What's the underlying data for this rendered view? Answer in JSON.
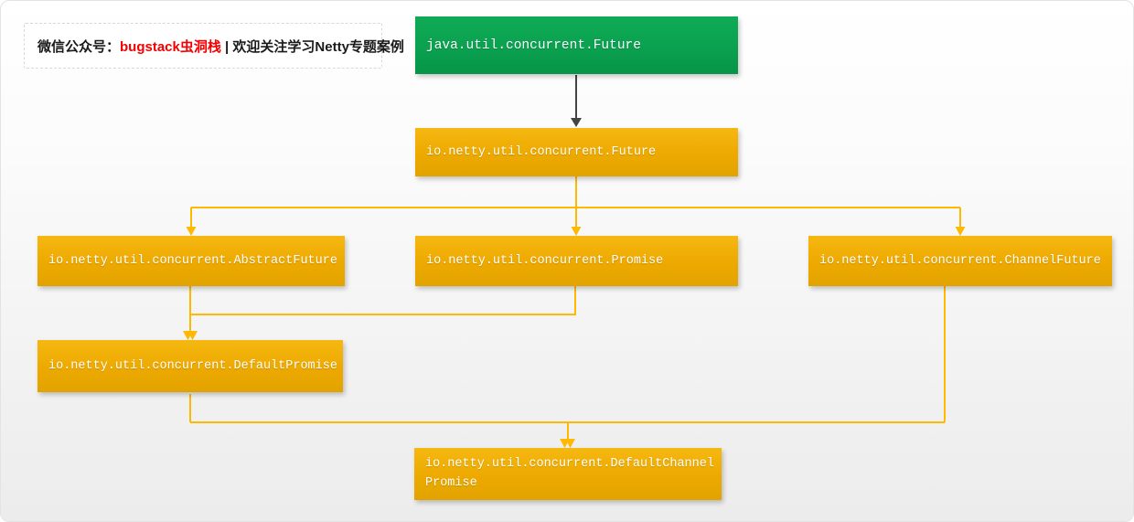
{
  "watermark": {
    "prefix": "微信公众号：",
    "brand": "bugstack虫洞栈",
    "suffix": " | 欢迎关注学习Netty专题案例"
  },
  "diagram": {
    "nodes": [
      {
        "id": "jdk-future",
        "label": "java.util.concurrent.Future",
        "color_role": "green"
      },
      {
        "id": "netty-future",
        "label": "io.netty.util.concurrent.Future",
        "color_role": "yellow"
      },
      {
        "id": "abstract-future",
        "label": "io.netty.util.concurrent.AbstractFuture",
        "color_role": "yellow"
      },
      {
        "id": "promise",
        "label": "io.netty.util.concurrent.Promise",
        "color_role": "yellow"
      },
      {
        "id": "channel-future",
        "label": "io.netty.util.concurrent.ChannelFuture",
        "color_role": "yellow"
      },
      {
        "id": "default-promise",
        "label": "io.netty.util.concurrent.DefaultPromise",
        "color_role": "yellow"
      },
      {
        "id": "default-channel-promise",
        "label": "io.netty.util.concurrent.DefaultChannelPromise",
        "color_role": "yellow"
      }
    ],
    "edges": [
      {
        "from": "java.util.concurrent.Future",
        "to": "io.netty.util.concurrent.Future"
      },
      {
        "from": "io.netty.util.concurrent.Future",
        "to": "io.netty.util.concurrent.AbstractFuture"
      },
      {
        "from": "io.netty.util.concurrent.Future",
        "to": "io.netty.util.concurrent.Promise"
      },
      {
        "from": "io.netty.util.concurrent.Future",
        "to": "io.netty.util.concurrent.ChannelFuture"
      },
      {
        "from": "io.netty.util.concurrent.AbstractFuture",
        "to": "io.netty.util.concurrent.DefaultPromise"
      },
      {
        "from": "io.netty.util.concurrent.Promise",
        "to": "io.netty.util.concurrent.DefaultPromise"
      },
      {
        "from": "io.netty.util.concurrent.DefaultPromise",
        "to": "io.netty.util.concurrent.DefaultChannelPromise"
      },
      {
        "from": "io.netty.util.concurrent.ChannelFuture",
        "to": "io.netty.util.concurrent.DefaultChannelPromise"
      }
    ],
    "colors": {
      "green_box": "#0aa14f",
      "yellow_box": "#eda900",
      "connector_yellow": "#ffb900",
      "connector_dark": "#444444",
      "brand_red": "#f40000"
    }
  }
}
